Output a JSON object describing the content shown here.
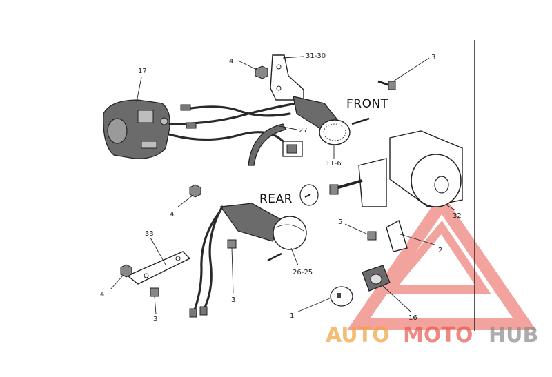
{
  "diagram": {
    "labels": {
      "front": "FRONT",
      "rear": "REAR"
    },
    "callouts": {
      "p17": "17",
      "p4_top": "4",
      "p31_30": "31-30",
      "p3_top": "3",
      "p27": "27",
      "p11_6": "11-6",
      "p4_mid": "4",
      "p33": "33",
      "p4_low": "4",
      "p3_low_left": "3",
      "p3_mid": "3",
      "p26_25": "26-25",
      "p5": "5",
      "p2": "2",
      "p32": "32",
      "p1": "1",
      "p16": "16"
    },
    "colors": {
      "ink": "#222222",
      "watermark_red": "#e8584f",
      "watermark_orange": "#f2a13a",
      "watermark_gray": "#8a8a8a"
    }
  },
  "watermark": {
    "part1": "AUTO",
    "part2": "MOTO",
    "part3": "HUB"
  }
}
